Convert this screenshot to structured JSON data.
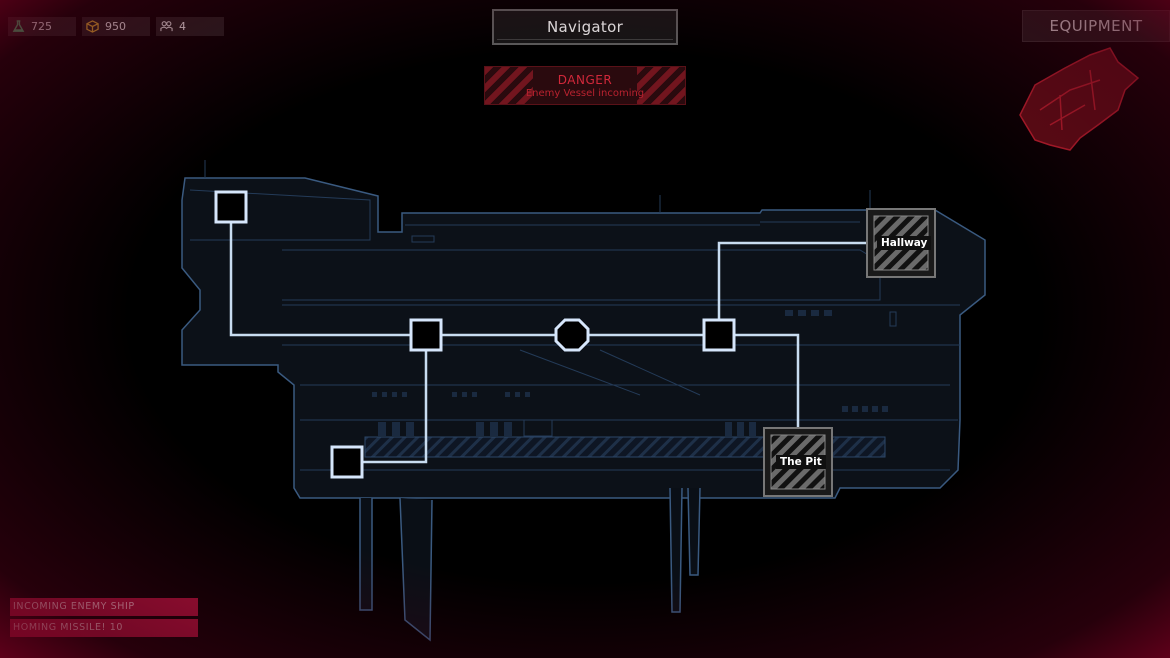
{
  "resources": [
    {
      "icon": "flask-icon",
      "value": "725"
    },
    {
      "icon": "crate-icon",
      "value": "950"
    },
    {
      "icon": "crew-icon",
      "value": "4"
    }
  ],
  "header": {
    "title": "Navigator",
    "equipment_label": "EQUIPMENT"
  },
  "danger_banner": {
    "title": "DANGER",
    "subtitle": "Enemy Vessel incoming"
  },
  "rooms": [
    {
      "name": "hallway",
      "label": "Hallway"
    },
    {
      "name": "the-pit",
      "label": "The Pit"
    }
  ],
  "alerts": [
    "INCOMING ENEMY SHIP",
    "HOMING MISSILE! 10"
  ],
  "colors": {
    "alert_bg": "#a8123a",
    "danger_text": "#d1283a",
    "path_line": "#c8dcf0",
    "hull_stroke": "#3a5a80"
  }
}
